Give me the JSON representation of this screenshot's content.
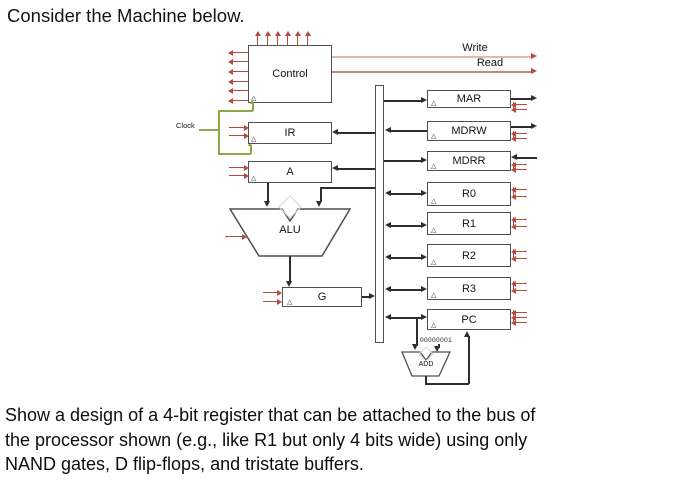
{
  "title": "Consider the Machine below.",
  "question_lines": [
    "Show a design of a 4-bit register that can be attached to the bus of",
    "the processor shown (e.g., like R1 but only 4 bits wide) using only",
    "NAND gates, D flip-flops, and tristate buffers."
  ],
  "labels": {
    "control": "Control",
    "ir": "IR",
    "a": "A",
    "alu": "ALU",
    "g": "G",
    "add": "ADD",
    "clock": "Clock",
    "write": "Write",
    "read": "Read",
    "constant": "00000001"
  },
  "registers": [
    {
      "label": "MAR"
    },
    {
      "label": "MDRW"
    },
    {
      "label": "MDRR"
    },
    {
      "label": "R0"
    },
    {
      "label": "R1"
    },
    {
      "label": "R2"
    },
    {
      "label": "R3"
    },
    {
      "label": "PC"
    }
  ],
  "icons": {
    "clock_triangle": "△"
  },
  "colors": {
    "signal_red": "#b9493f",
    "clock_green": "#8fa648",
    "write_line": "#e2b6b4",
    "read_line": "#ca8583",
    "wire_black": "#2e2e2e"
  }
}
